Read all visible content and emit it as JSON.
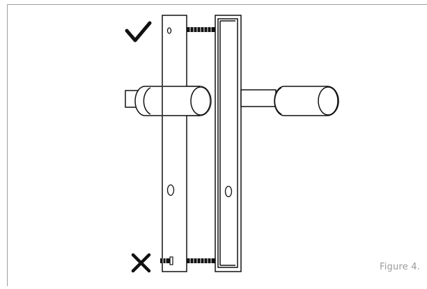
{
  "caption": "Figure 4.",
  "marks": {
    "correct": "check-mark",
    "incorrect": "cross-mark"
  },
  "colors": {
    "stroke": "#111111",
    "border": "#9e9e9e",
    "caption": "#9a9a9a"
  }
}
